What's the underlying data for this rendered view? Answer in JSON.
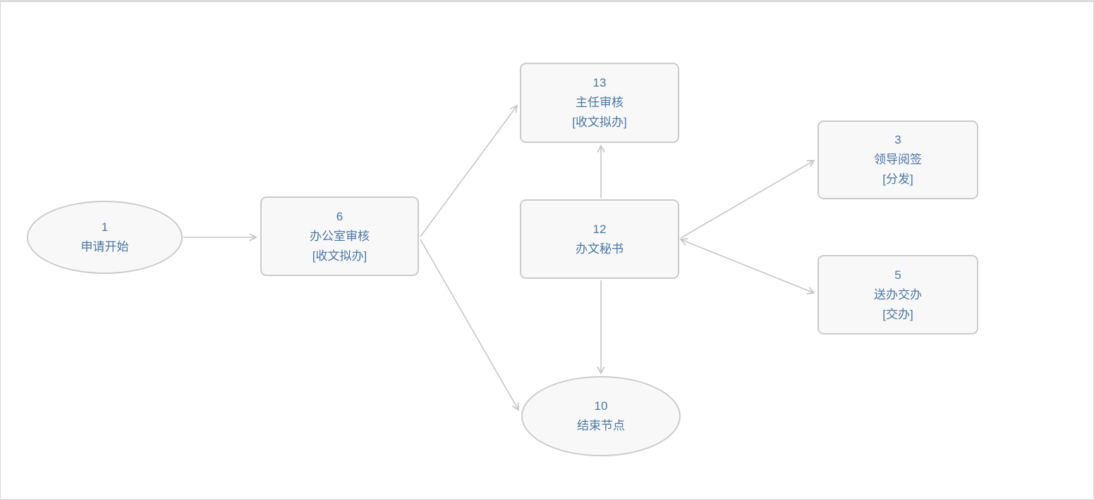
{
  "diagram": {
    "type": "workflow-flowchart",
    "background_color": "#ffffff",
    "frame_border_color": "#d6d6d6",
    "node_fill_color": "#f8f8f8",
    "node_border_color": "#cbcbcb",
    "edge_color": "#c6c6c6",
    "text_color": "#4a76a5",
    "nodes": [
      {
        "id": "1",
        "shape": "ellipse",
        "lines": [
          "1",
          "申请开始"
        ]
      },
      {
        "id": "6",
        "shape": "rect",
        "lines": [
          "6",
          "办公室审核",
          "[收文拟办]"
        ]
      },
      {
        "id": "13",
        "shape": "rect",
        "lines": [
          "13",
          "主任审核",
          "[收文拟办]"
        ]
      },
      {
        "id": "12",
        "shape": "rect",
        "lines": [
          "12",
          "办文秘书"
        ]
      },
      {
        "id": "3",
        "shape": "rect",
        "lines": [
          "3",
          "领导阅签",
          "[分发]"
        ]
      },
      {
        "id": "5",
        "shape": "rect",
        "lines": [
          "5",
          "送办交办",
          "[交办]"
        ]
      },
      {
        "id": "10",
        "shape": "ellipse",
        "lines": [
          "10",
          "结束节点"
        ]
      }
    ],
    "edges": [
      {
        "from": "1",
        "to": "6",
        "bidirectional": false
      },
      {
        "from": "6",
        "to": "13",
        "bidirectional": false
      },
      {
        "from": "6",
        "to": "10",
        "bidirectional": false
      },
      {
        "from": "12",
        "to": "13",
        "bidirectional": false
      },
      {
        "from": "12",
        "to": "10",
        "bidirectional": false
      },
      {
        "from": "12",
        "to": "3",
        "bidirectional": false
      },
      {
        "from": "12",
        "to": "5",
        "bidirectional": true
      }
    ]
  }
}
